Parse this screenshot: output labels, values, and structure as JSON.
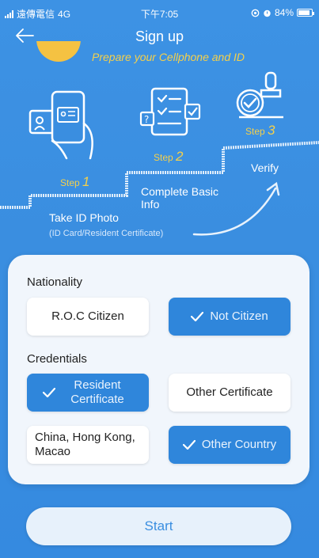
{
  "status_bar": {
    "carrier": "遠傳電信",
    "network": "4G",
    "time": "下午7:05",
    "battery": "84%",
    "icons": [
      "signal-icon",
      "location-icon",
      "alarm-icon",
      "battery-icon"
    ]
  },
  "header": {
    "title": "Sign up",
    "back_icon": "arrow-left-icon"
  },
  "intro": {
    "tagline": "Prepare your Cellphone and ID"
  },
  "steps": [
    {
      "word": "Step",
      "number": "1",
      "title": "Take ID Photo",
      "subtitle": "(ID Card/Resident Certificate)",
      "icon": "phone-id-card-icon"
    },
    {
      "word": "Step",
      "number": "2",
      "title": "Complete Basic Info",
      "icon": "form-checklist-icon"
    },
    {
      "word": "Step",
      "number": "3",
      "title": "Verify",
      "icon": "stamp-check-icon"
    }
  ],
  "nationality": {
    "label": "Nationality",
    "options": [
      {
        "label": "R.O.C Citizen",
        "selected": false
      },
      {
        "label": "Not Citizen",
        "selected": true
      }
    ]
  },
  "credentials": {
    "label": "Credentials",
    "options": [
      {
        "label": "Resident Certificate",
        "selected": true
      },
      {
        "label": "Other Certificate",
        "selected": false
      },
      {
        "label": "China, Hong Kong, Macao",
        "selected": false
      },
      {
        "label": "Other Country",
        "selected": true
      }
    ]
  },
  "start_button": {
    "label": "Start"
  },
  "colors": {
    "background": "#3a8ee0",
    "accent_yellow": "#f5d04a",
    "selected": "#2f86db",
    "card": "#f1f6fc"
  }
}
